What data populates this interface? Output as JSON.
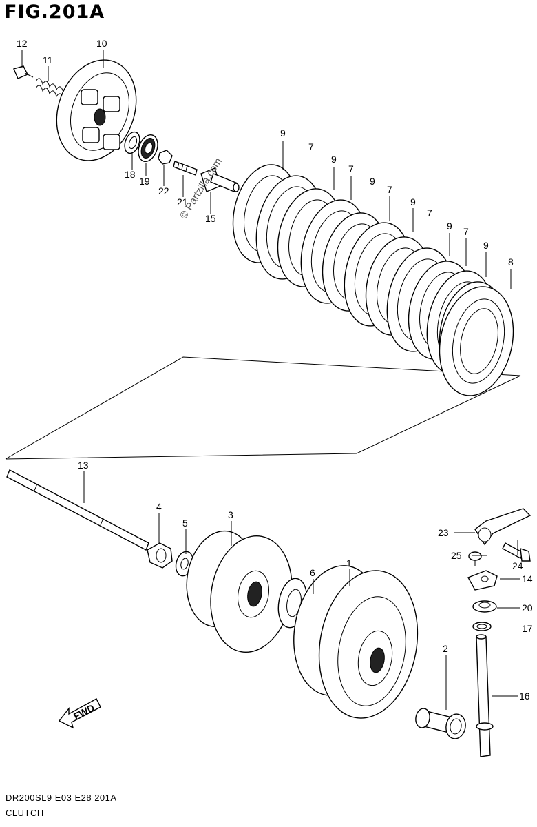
{
  "figure": {
    "title": "FIG.201A",
    "model_code": "DR200SL9  E03  E28  201A",
    "section_name": "CLUTCH",
    "watermark": "© Partzilla.com",
    "direction_badge": "FWD"
  },
  "callouts": [
    {
      "id": "c12",
      "number": "12"
    },
    {
      "id": "c10",
      "number": "10"
    },
    {
      "id": "c11",
      "number": "11"
    },
    {
      "id": "c18",
      "number": "18"
    },
    {
      "id": "c19",
      "number": "19"
    },
    {
      "id": "c22",
      "number": "22"
    },
    {
      "id": "c21",
      "number": "21"
    },
    {
      "id": "c15",
      "number": "15"
    },
    {
      "id": "c9a",
      "number": "9"
    },
    {
      "id": "c7a",
      "number": "7"
    },
    {
      "id": "c9b",
      "number": "9"
    },
    {
      "id": "c7b",
      "number": "7"
    },
    {
      "id": "c9c",
      "number": "9"
    },
    {
      "id": "c7c",
      "number": "7"
    },
    {
      "id": "c9d",
      "number": "9"
    },
    {
      "id": "c7d",
      "number": "7"
    },
    {
      "id": "c9e",
      "number": "9"
    },
    {
      "id": "c7e",
      "number": "7"
    },
    {
      "id": "c9f",
      "number": "9"
    },
    {
      "id": "c8",
      "number": "8"
    },
    {
      "id": "c13",
      "number": "13"
    },
    {
      "id": "c4",
      "number": "4"
    },
    {
      "id": "c5",
      "number": "5"
    },
    {
      "id": "c3",
      "number": "3"
    },
    {
      "id": "c6",
      "number": "6"
    },
    {
      "id": "c1",
      "number": "1"
    },
    {
      "id": "c2",
      "number": "2"
    },
    {
      "id": "c23",
      "number": "23"
    },
    {
      "id": "c24",
      "number": "24"
    },
    {
      "id": "c25",
      "number": "25"
    },
    {
      "id": "c14",
      "number": "14"
    },
    {
      "id": "c20",
      "number": "20"
    },
    {
      "id": "c17",
      "number": "17"
    },
    {
      "id": "c16",
      "number": "16"
    }
  ]
}
